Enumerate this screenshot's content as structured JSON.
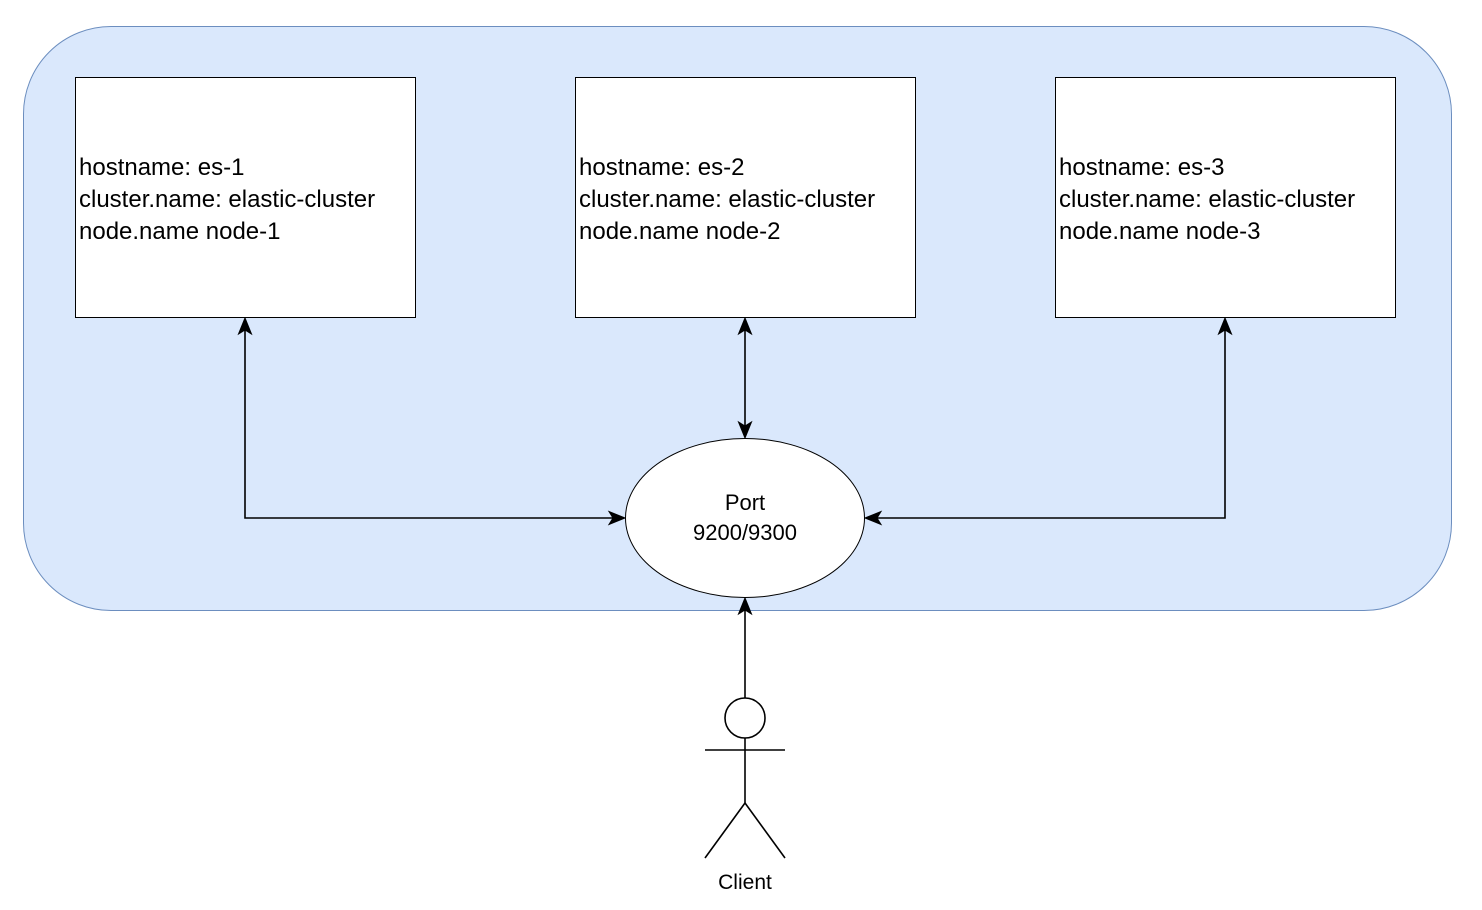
{
  "colors": {
    "cluster_fill": "#dae8fc",
    "cluster_stroke": "#6c8ebf",
    "box_fill": "#ffffff",
    "stroke": "#000000"
  },
  "nodes": [
    {
      "hostname": "hostname: es-1",
      "cluster_name": "cluster.name: elastic-cluster",
      "node_name": "node.name node-1"
    },
    {
      "hostname": "hostname: es-2",
      "cluster_name": "cluster.name: elastic-cluster",
      "node_name": "node.name node-2"
    },
    {
      "hostname": "hostname: es-3",
      "cluster_name": "cluster.name: elastic-cluster",
      "node_name": "node.name node-3"
    }
  ],
  "port": {
    "line1": "Port",
    "line2": "9200/9300"
  },
  "client": {
    "label": "Client",
    "icon": "actor-stick-figure-icon"
  }
}
